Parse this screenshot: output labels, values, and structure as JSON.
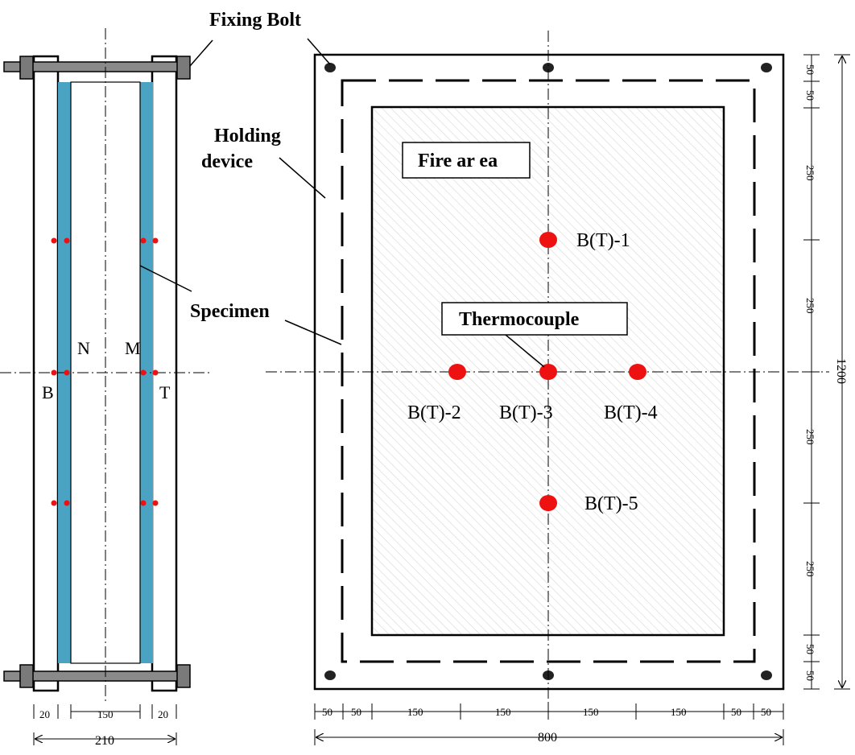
{
  "labels": {
    "fixing_bolt": "Fixing Bolt",
    "holding_line1": "Holding",
    "holding_line2": "device",
    "specimen": "Specimen",
    "fire_area": "Fire ar ea",
    "thermocouple": "Thermocouple",
    "n": "N",
    "m": "M",
    "b": "B",
    "t": "T"
  },
  "thermocouples": {
    "tc1": "B(T)-1",
    "tc2": "B(T)-2",
    "tc3": "B(T)-3",
    "tc4": "B(T)-4",
    "tc5": "B(T)-5"
  },
  "dims": {
    "side_bottom": [
      "20",
      "150",
      "20"
    ],
    "side_total": "210",
    "front_bottom": [
      "50",
      "50",
      "150",
      "150",
      "150",
      "150",
      "50",
      "50"
    ],
    "front_total": "800",
    "right_segments": [
      "50",
      "50",
      "250",
      "250",
      "250",
      "250",
      "50",
      "50"
    ],
    "right_total": "1200"
  },
  "colors": {
    "specimen_blue": "#4aa3c2",
    "thermocouple_red": "#ee1111",
    "bolt_grey": "#777777",
    "fire_hatch": "#d8d8d8"
  }
}
